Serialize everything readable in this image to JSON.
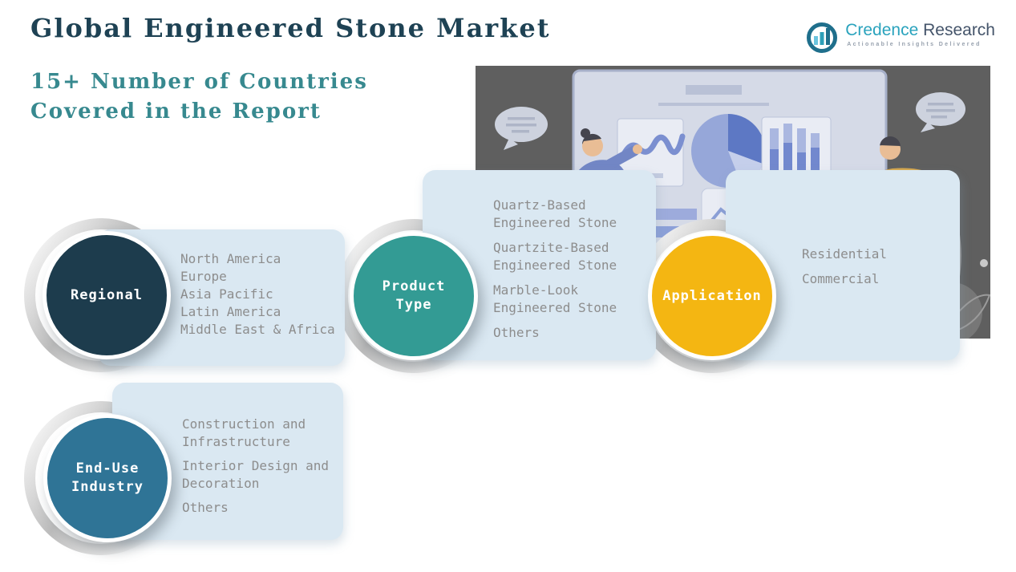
{
  "slide": {
    "title": "Global Engineered Stone Market",
    "subtitle_line1": "15+ Number of Countries",
    "subtitle_line2": "Covered in the Report"
  },
  "logo": {
    "brand_primary": "Credence",
    "brand_secondary": "Research",
    "tagline": "Actionable Insights Delivered"
  },
  "colors": {
    "title_text": "#1E4254",
    "subtitle_text": "#37898F",
    "card_background": "#DAE8F2",
    "list_text": "#8D8D8D",
    "logo_primary": "#2AA3BD",
    "logo_secondary": "#44546A",
    "illustration_background": "#5F5F5F"
  },
  "segments": [
    {
      "label": "Regional",
      "color": "#1D3C4D",
      "items": [
        "North America",
        "Europe",
        "Asia Pacific",
        "Latin America",
        "Middle East & Africa"
      ]
    },
    {
      "label": "Product Type",
      "color": "#339B94",
      "items": [
        "Quartz-Based Engineered Stone",
        "Quartzite-Based Engineered Stone",
        "Marble-Look Engineered Stone",
        "Others"
      ]
    },
    {
      "label": "Application",
      "color": "#F4B612",
      "items": [
        "Residential",
        "Commercial"
      ]
    },
    {
      "label": "End-Use Industry",
      "color": "#2F7496",
      "items": [
        "Construction and Infrastructure",
        "Interior Design and Decoration",
        "Others"
      ]
    }
  ],
  "illustration": {
    "description": "Two presenters at a whiteboard with pie, line and bar charts"
  }
}
